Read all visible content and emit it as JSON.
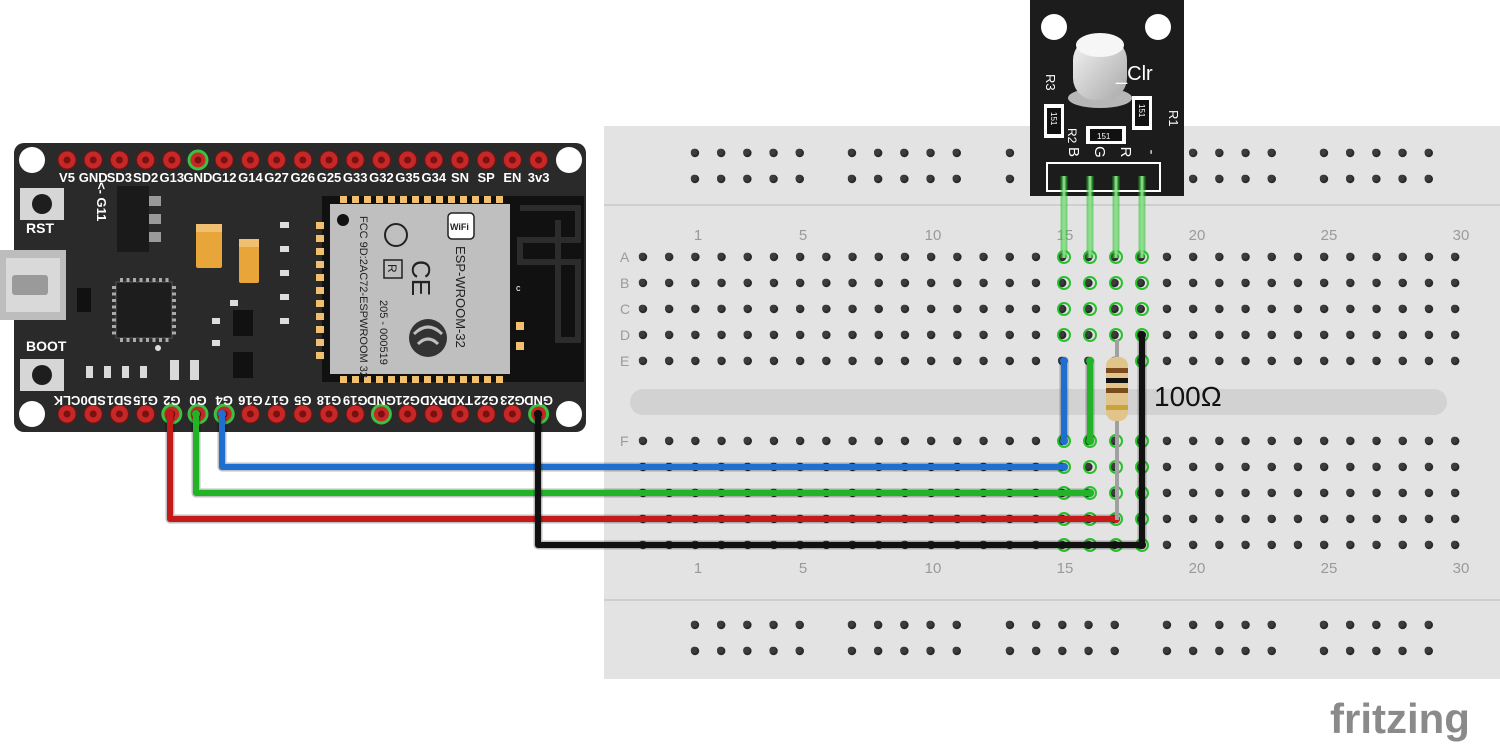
{
  "board": {
    "top_pins": [
      "V5",
      "GND",
      "SD3",
      "SD2",
      "G13",
      "GND",
      "G12",
      "G14",
      "G27",
      "G26",
      "G25",
      "G33",
      "G32",
      "G35",
      "G34",
      "SN",
      "SP",
      "EN",
      "3v3"
    ],
    "bottom_pins": [
      "CLK",
      "SD0",
      "SD1",
      "G15",
      "G2",
      "G0",
      "G4",
      "G16",
      "G17",
      "G5",
      "G18",
      "G19",
      "GND",
      "G21",
      "RXD",
      "TXD",
      "G22",
      "G23",
      "GND"
    ],
    "rst_label": "RST",
    "boot_label": "BOOT",
    "g11_label": "<- G11",
    "module_text": "ESP-WROOM-32",
    "module_fcc": "FCC 9D:2AC72-ESPWROOM 32",
    "module_cert": "205 - 000519",
    "wifi_text": "WiFi",
    "antenna_c": "c",
    "ce_mark": "CE",
    "r_mark": "R"
  },
  "rgb_module": {
    "title": "_Clr",
    "r1": "R1",
    "r2": "R2",
    "r3": "R3",
    "resistor_code": "151",
    "pins": [
      "B",
      "G",
      "R",
      "-"
    ]
  },
  "breadboard": {
    "column_numbers": [
      "1",
      "5",
      "10",
      "15",
      "20",
      "25",
      "30"
    ],
    "row_letters_top": [
      "A",
      "B",
      "C",
      "D",
      "E"
    ],
    "row_letters_bottom": [
      "F"
    ]
  },
  "resistor": {
    "label": "100Ω"
  },
  "wires": [
    {
      "name": "blue",
      "color": "#1f6fd1"
    },
    {
      "name": "green",
      "color": "#21b427"
    },
    {
      "name": "red",
      "color": "#c41a1a"
    },
    {
      "name": "black",
      "color": "#111111"
    }
  ],
  "watermark": "fritzing"
}
